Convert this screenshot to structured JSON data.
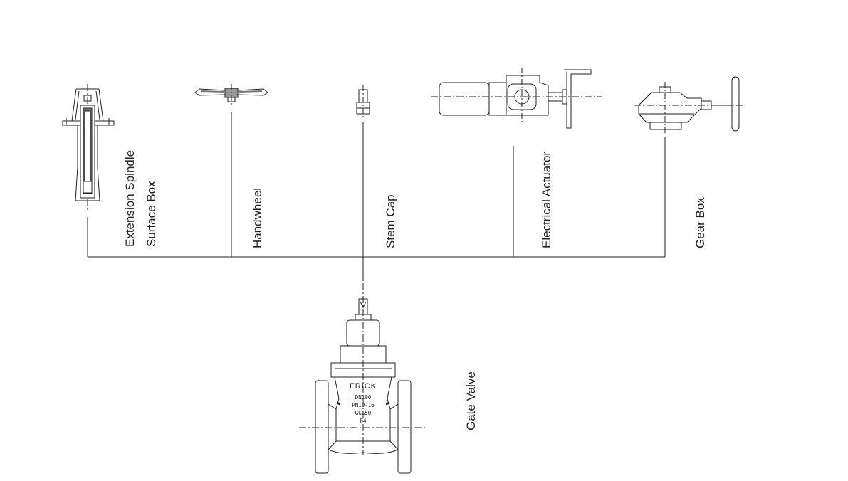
{
  "components": {
    "extension_spindle_label": "Extension Spindle",
    "surface_box_label": "Surface Box",
    "handwheel_label": "Handwheel",
    "stem_cap_label": "Stem Cap",
    "electrical_actuator_label": "Electrical Actuator",
    "gear_box_label": "Gear Box",
    "gate_valve_label": "Gate Valve"
  },
  "valve_marking": {
    "brand": "FRICK",
    "lines": [
      "DN100",
      "PN10-16",
      "GGG50",
      "F4"
    ]
  },
  "colors": {
    "line": "#222222",
    "fill": "#8a8a8a",
    "background": "#ffffff"
  }
}
